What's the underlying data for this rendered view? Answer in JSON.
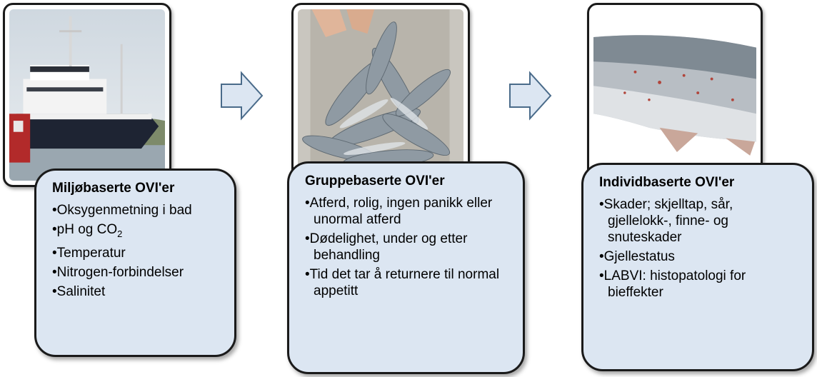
{
  "columns": [
    {
      "title": "Miljøbaserte OVI'er",
      "photo": "ship-photo",
      "items": [
        "Oksygenmetning i bad",
        "pH og CO",
        "Temperatur",
        "Nitrogen-forbindelser",
        "Salinitet"
      ],
      "subscript": "2"
    },
    {
      "title": "Gruppebaserte OVI'er",
      "photo": "fish-tub-photo",
      "items": [
        "Atferd, rolig, ingen panikk eller unormal atferd",
        "Dødelighet, under og etter behandling",
        "Tid det tar å returnere til normal appetitt"
      ]
    },
    {
      "title": "Individbaserte OVI'er",
      "photo": "salmon-photo",
      "items": [
        "Skader; skjelltap, sår, gjellelokk-, finne- og snuteskader",
        "Gjellestatus",
        "LABVI: histopatologi for bieffekter"
      ]
    }
  ],
  "colors": {
    "card_fill": "#dce6f2",
    "arrow_fill": "#dce6f2",
    "border": "#1a1a1a"
  },
  "icons": [
    "right-arrow-icon",
    "right-arrow-icon"
  ]
}
